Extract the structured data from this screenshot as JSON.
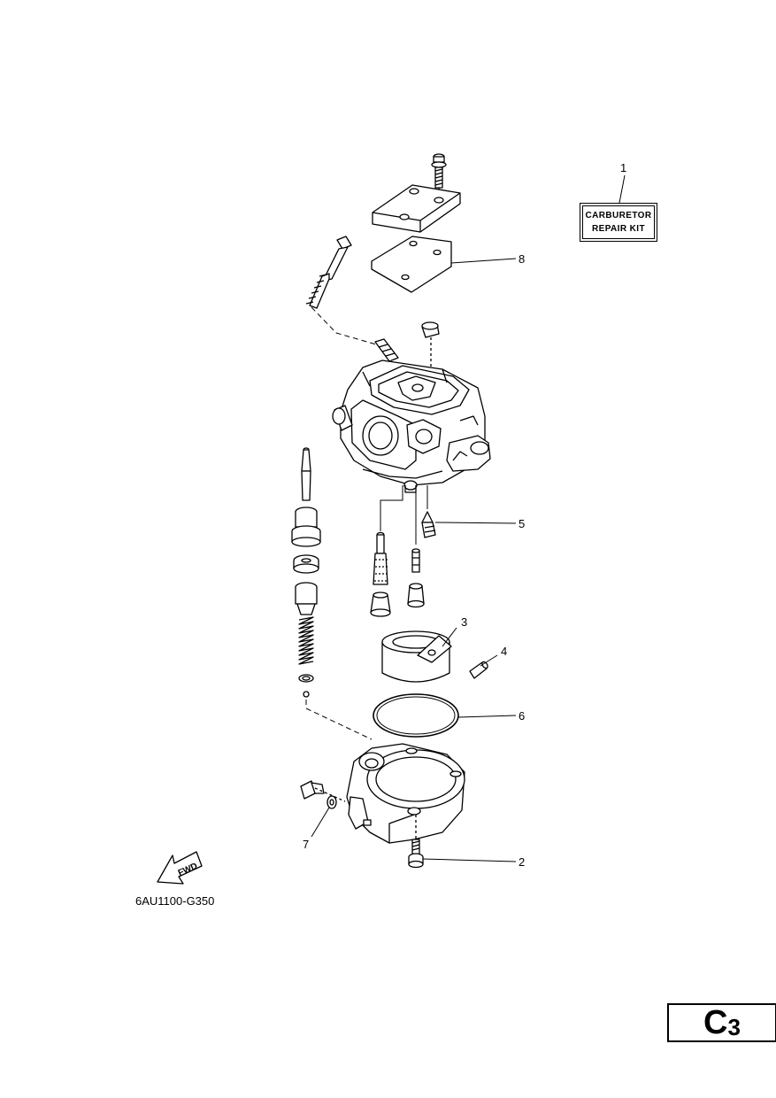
{
  "repair_kit": {
    "line1": "CARBURETOR",
    "line2": "REPAIR KIT"
  },
  "fwd_label": "FWD",
  "figure_code": "6AU1100-G350",
  "page_ref": {
    "letter": "C",
    "number": "3"
  },
  "callouts": [
    "1",
    "2",
    "3",
    "4",
    "5",
    "6",
    "7",
    "8"
  ]
}
